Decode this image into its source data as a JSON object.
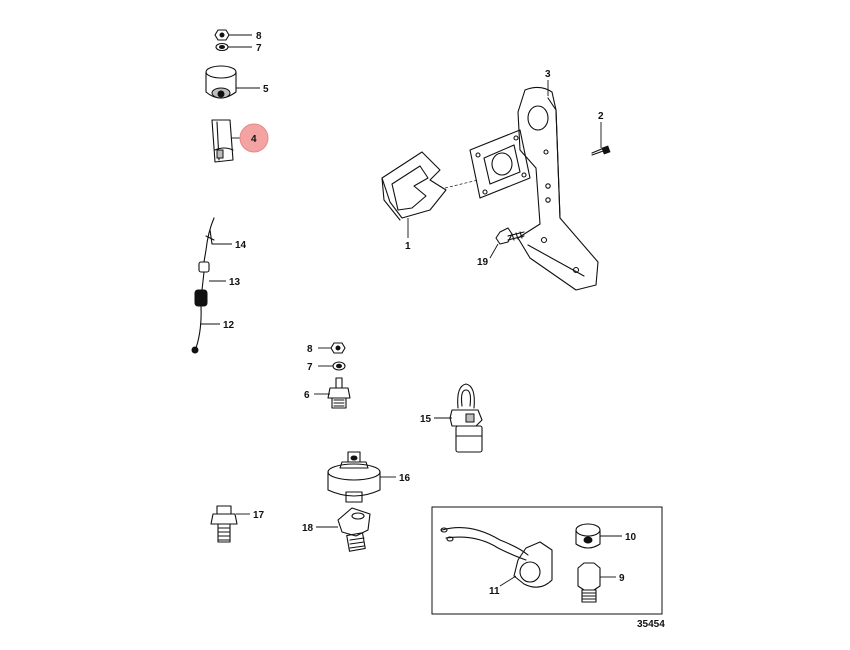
{
  "diagram": {
    "reference_number": "35454",
    "highlight_color": "#f4a3a3",
    "highlighted_callout": "4",
    "callouts": [
      {
        "id": "c8a",
        "label": "8"
      },
      {
        "id": "c7a",
        "label": "7"
      },
      {
        "id": "c5",
        "label": "5"
      },
      {
        "id": "c4",
        "label": "4"
      },
      {
        "id": "c3",
        "label": "3"
      },
      {
        "id": "c2",
        "label": "2"
      },
      {
        "id": "c1",
        "label": "1"
      },
      {
        "id": "c19",
        "label": "19"
      },
      {
        "id": "c14",
        "label": "14"
      },
      {
        "id": "c13",
        "label": "13"
      },
      {
        "id": "c12",
        "label": "12"
      },
      {
        "id": "c8b",
        "label": "8"
      },
      {
        "id": "c7b",
        "label": "7"
      },
      {
        "id": "c6",
        "label": "6"
      },
      {
        "id": "c15",
        "label": "15"
      },
      {
        "id": "c16",
        "label": "16"
      },
      {
        "id": "c17",
        "label": "17"
      },
      {
        "id": "c18",
        "label": "18"
      },
      {
        "id": "c10",
        "label": "10"
      },
      {
        "id": "c9",
        "label": "9"
      },
      {
        "id": "c11",
        "label": "11"
      }
    ]
  }
}
